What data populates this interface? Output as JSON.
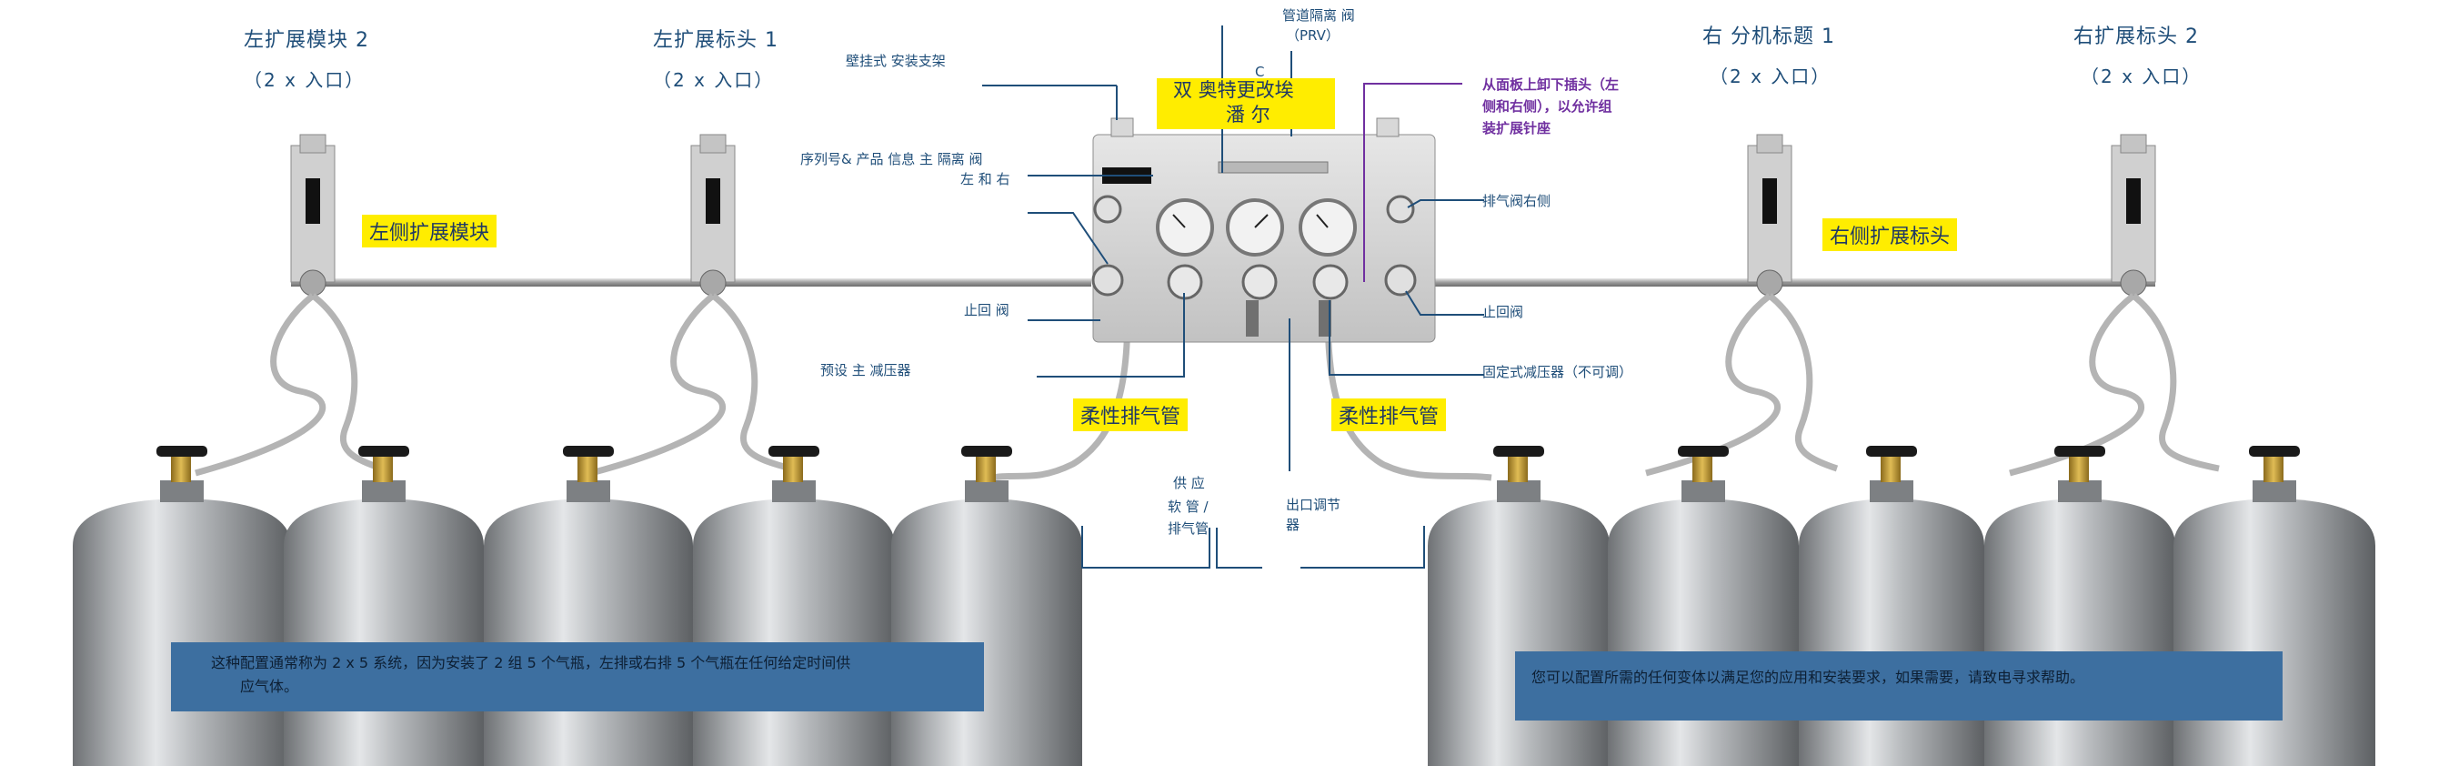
{
  "headers": {
    "left2_title": "左扩展模块 2",
    "left2_sub": "（2 x 入口）",
    "left1_title": "左扩展标头 1",
    "left1_sub": "（2 x 入口）",
    "right1_title": "右 分机标题 1",
    "right1_sub": "（2 x 入口）",
    "right2_title": "右扩展标头 2",
    "right2_sub": "（2 x 入口）"
  },
  "callouts": {
    "wall_bracket": "壁挂式 安装支架",
    "serial_line1": "序列号& 产品 信息 主 隔离 阀",
    "serial_line2": "左 和 右",
    "check_valve_left": "止回 阀",
    "preset_regulator": "预设 主 减压器",
    "prv_line1": "管道隔离 阀",
    "prv_line2": "（PRV）",
    "prv_c": "C",
    "dual_stage_line1": "双     奥特更改埃",
    "dual_stage_line2": "潘     尔",
    "pull_out_line1": "从面板上卸下插头（左",
    "pull_out_line2": "侧和右侧），以允许组",
    "pull_out_line3": "装扩展针座",
    "vent_valve_right": "排气阀右侧",
    "check_valve_right": "止回阀",
    "fixed_regulator": "固定式减压器（不可调）",
    "supply_line1": "供    应",
    "supply_line2": "软  管  /",
    "supply_line3": "排气管",
    "outlet_line1": "出口调节",
    "outlet_line2": "器"
  },
  "highlights": {
    "left_module": "左侧扩展模块",
    "right_header": "右侧扩展标头",
    "flex_vent_left": "柔性排气管",
    "flex_vent_right": "柔性排气管"
  },
  "notes": {
    "left_line1": "这种配置通常称为 2 x 5 系统，因为安装了 2 组 5 个气瓶，左排或右排 5 个气瓶在任何给定时间供",
    "left_line2": "应气体。",
    "right": "您可以配置所需的任何变体以满足您的应用和安装要求，如果需要，请致电寻求帮助。"
  },
  "colors": {
    "callout_text": "#1f4e79",
    "callout_line": "#1f4e79",
    "purple_text": "#7030a0",
    "highlight": "#ffed00",
    "note_box": "#3d6fa0",
    "cylinder": "#9ea1a4"
  }
}
